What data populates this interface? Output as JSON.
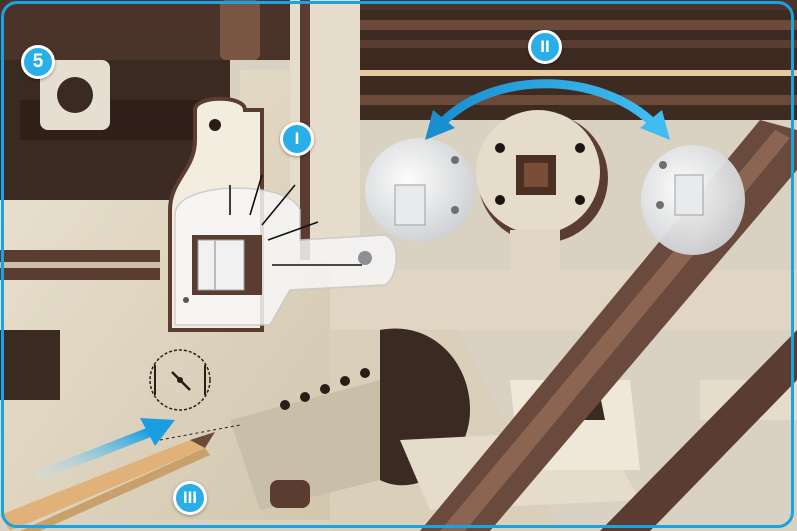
{
  "step_number": "5",
  "callouts": {
    "one": "I",
    "two": "II",
    "three": "III"
  },
  "colors": {
    "accent": "#29aee8",
    "frame_border": "#1aa3e0",
    "plywood": "#e2d8c5",
    "dark_wood": "#4a3124",
    "translucent_part": "#f2f2f2",
    "background": "#cfe3ea"
  },
  "icons": {
    "rotate_arrow": "curved-double-arrow-icon",
    "insert_arrow": "insert-arrow-icon",
    "hole_marker": "hole-marker-icon"
  }
}
